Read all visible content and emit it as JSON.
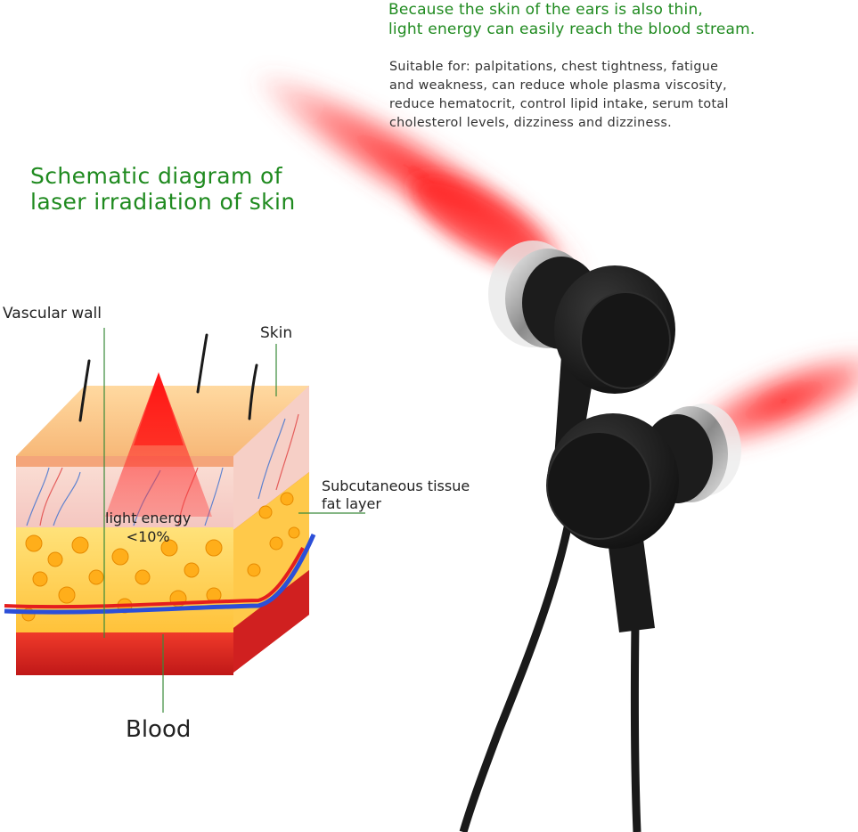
{
  "intro": {
    "line1": "Because the skin of the ears is also thin,",
    "line2": "light energy can easily reach the blood stream."
  },
  "suitable": {
    "line1": "Suitable for: palpitations, chest tightness, fatigue",
    "line2": "and weakness, can reduce whole plasma viscosity,",
    "line3": "reduce hematocrit, control lipid intake, serum total",
    "line4": "cholesterol levels, dizziness and dizziness."
  },
  "diagram": {
    "title_line1": "Schematic diagram of",
    "title_line2": "laser irradiation of skin",
    "labels": {
      "vascular_wall": "Vascular wall",
      "skin": "Skin",
      "subcutaneous_line1": "Subcutaneous tissue",
      "subcutaneous_line2": "fat layer",
      "light_energy_line1": "light energy",
      "light_energy_line2": "<10%",
      "blood": "Blood"
    }
  },
  "colors": {
    "title_green": "#1f8a1f",
    "laser_red": "#ff1a1a",
    "earphone_black": "#1c1c1c"
  }
}
